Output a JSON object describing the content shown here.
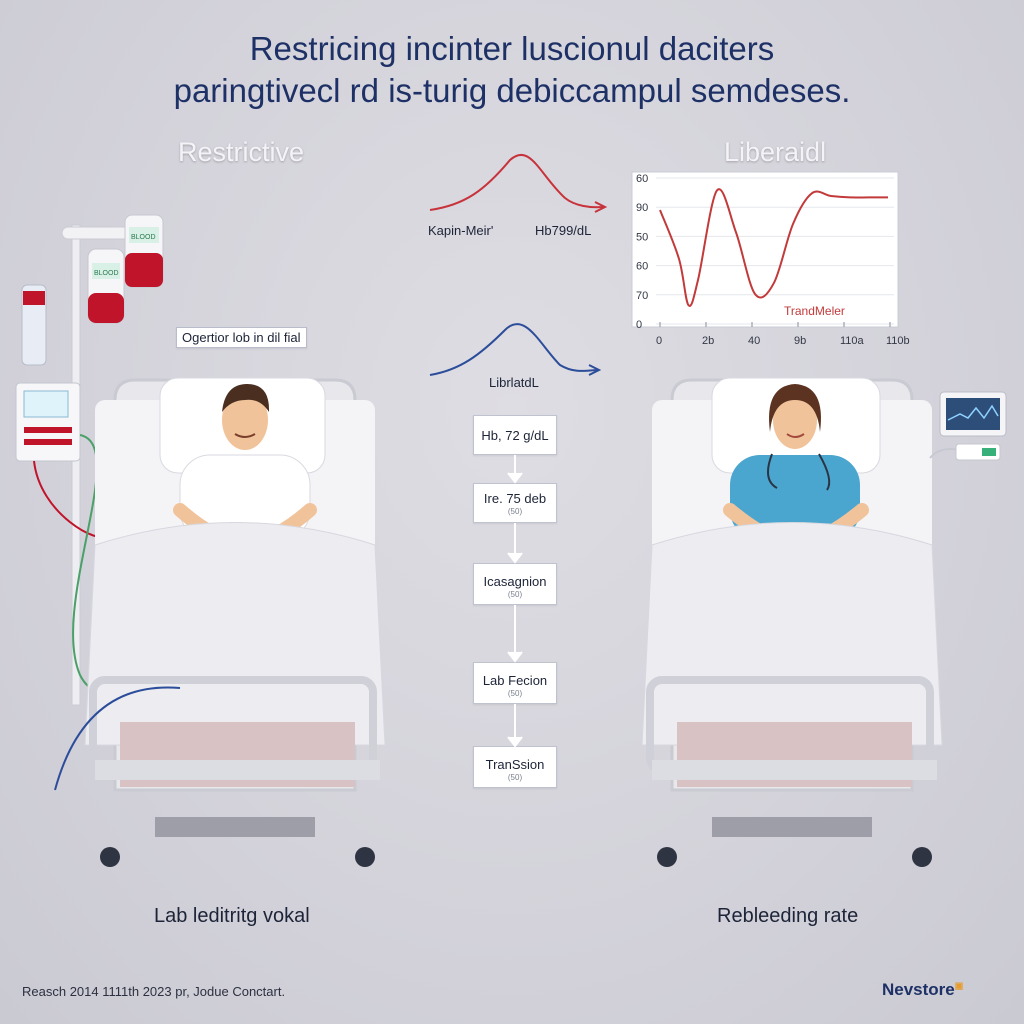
{
  "title": {
    "line1": "Restricing incinter luscionul daciters",
    "line2": "paringtivecl rd is-turig debiccampul semdeses."
  },
  "left_column": {
    "heading": "Restrictive",
    "tag": "Ogertior lob in dil fial",
    "bottom_label": "Lab leditritg vokal"
  },
  "right_column": {
    "heading": "Liberaidl",
    "bottom_label": "Rebleeding rate"
  },
  "middle": {
    "top_curve_left_label": "Kapin-Meir'",
    "top_curve_right_label": "Hb799/dL",
    "lower_curve_label": "LibrlatdL",
    "flow": [
      {
        "label": "Hb, 72 g/dL",
        "sub": ""
      },
      {
        "label": "Ire. 75 deb",
        "sub": "(50)"
      },
      {
        "label": "Icasagnion",
        "sub": "(50)"
      },
      {
        "label": "Lab Fecion",
        "sub": "(50)"
      },
      {
        "label": "TranSsion",
        "sub": "(50)"
      }
    ]
  },
  "chart_data": {
    "type": "line",
    "series_label": "TrandMeler",
    "y_ticks": [
      "60",
      "90",
      "50",
      "60",
      "70",
      "0"
    ],
    "x_ticks": [
      "0",
      "2b",
      "40",
      "9b",
      "110a",
      "110b"
    ],
    "x": [
      0,
      10,
      15,
      20,
      30,
      40,
      50,
      60,
      70,
      80,
      90,
      100,
      110,
      120
    ],
    "values": [
      80,
      45,
      12,
      30,
      94,
      64,
      20,
      28,
      70,
      92,
      90,
      89,
      89,
      89
    ],
    "ylim": [
      0,
      100
    ],
    "grid": true,
    "colors": {
      "line": "#c23a3a"
    }
  },
  "footer": {
    "source": "Reasch 2014 1111th 2023 pr, Jodue Conctart.",
    "brand": "Nevstore"
  },
  "colors": {
    "title": "#1e3166",
    "red_curve": "#c8323a",
    "blue_curve": "#2b4d9a",
    "scrubs": "#4aa6cf",
    "blood": "#c0142a"
  }
}
